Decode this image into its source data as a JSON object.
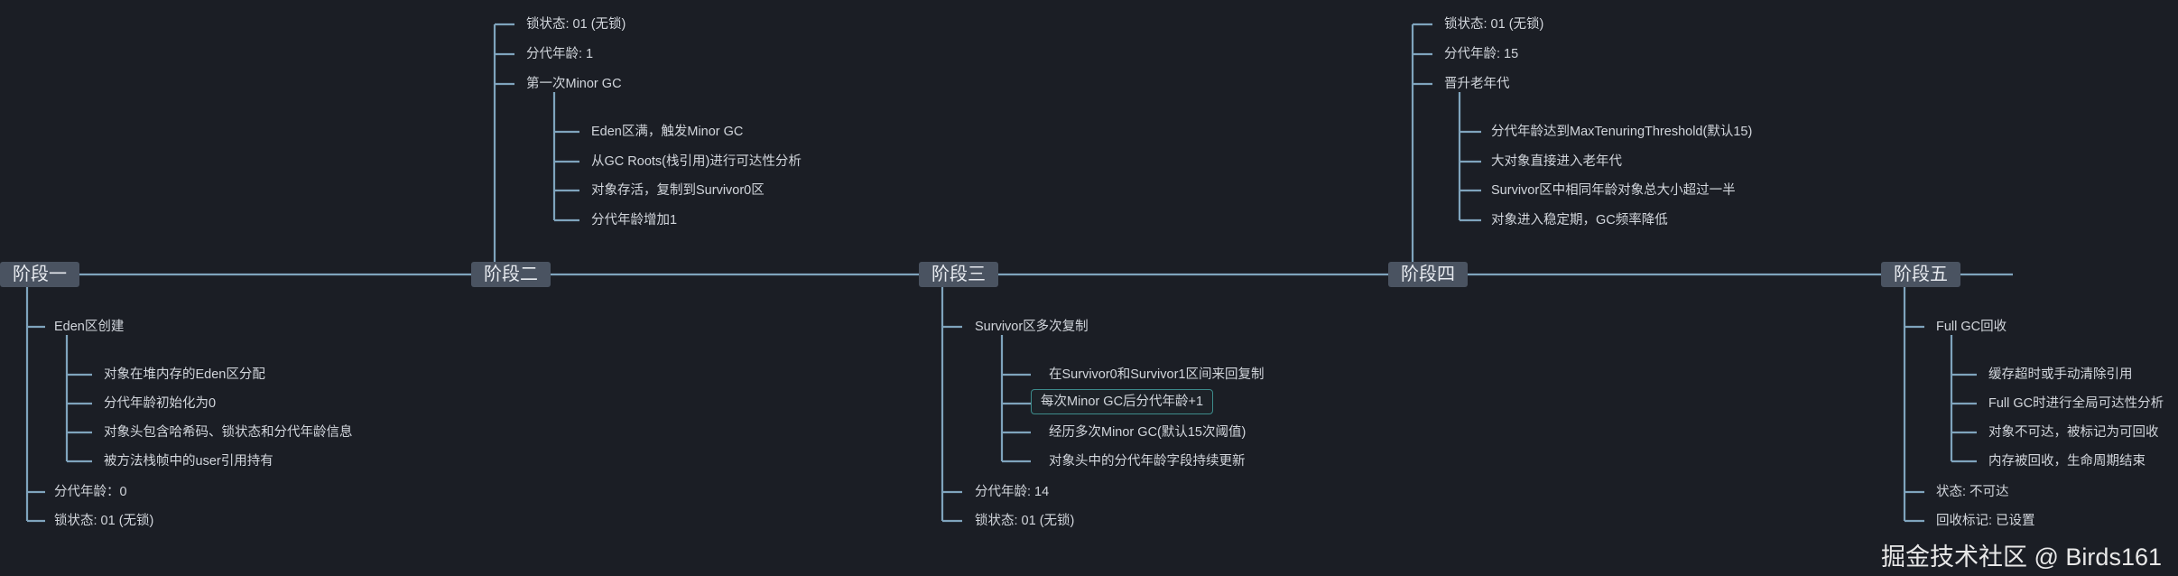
{
  "stages": [
    "阶段一",
    "阶段二",
    "阶段三",
    "阶段四",
    "阶段五"
  ],
  "stage1": {
    "eden": "Eden区创建",
    "eden_items": [
      "对象在堆内存的Eden区分配",
      "分代年龄初始化为0",
      "对象头包含哈希码、锁状态和分代年龄信息",
      "被方法栈帧中的user引用持有"
    ],
    "age": "分代年龄：0",
    "lock": "锁状态: 01 (无锁)"
  },
  "stage2": {
    "lock": "锁状态: 01 (无锁)",
    "age": "分代年龄: 1",
    "gc": "第一次Minor GC",
    "gc_items": [
      "Eden区满，触发Minor GC",
      "从GC Roots(栈引用)进行可达性分析",
      "对象存活，复制到Survivor0区",
      "分代年龄增加1"
    ]
  },
  "stage3": {
    "copy": "Survivor区多次复制",
    "copy_items": [
      "在Survivor0和Survivor1区间来回复制",
      "每次Minor GC后分代年龄+1",
      "经历多次Minor GC(默认15次阈值)",
      "对象头中的分代年龄字段持续更新"
    ],
    "age": "分代年龄: 14",
    "lock": "锁状态: 01 (无锁)"
  },
  "stage4": {
    "lock": "锁状态: 01 (无锁)",
    "age": "分代年龄: 15",
    "promote": "晋升老年代",
    "promote_items": [
      "分代年龄达到MaxTenuringThreshold(默认15)",
      "大对象直接进入老年代",
      "Survivor区中相同年龄对象总大小超过一半",
      "对象进入稳定期，GC频率降低"
    ]
  },
  "stage5": {
    "fullgc": "Full GC回收",
    "fullgc_items": [
      "缓存超时或手动清除引用",
      "Full GC时进行全局可达性分析",
      "对象不可达，被标记为可回收",
      "内存被回收，生命周期结束"
    ],
    "state": "状态: 不可达",
    "mark": "回收标记: 已设置"
  },
  "watermark": "掘金技术社区 @ Birds161",
  "colors": {
    "background": "#1b1e25",
    "line": "#7fa4bd",
    "stage_box": "#4a5361",
    "text": "#d2d6dc",
    "highlight_border": "#3d8b8b"
  }
}
